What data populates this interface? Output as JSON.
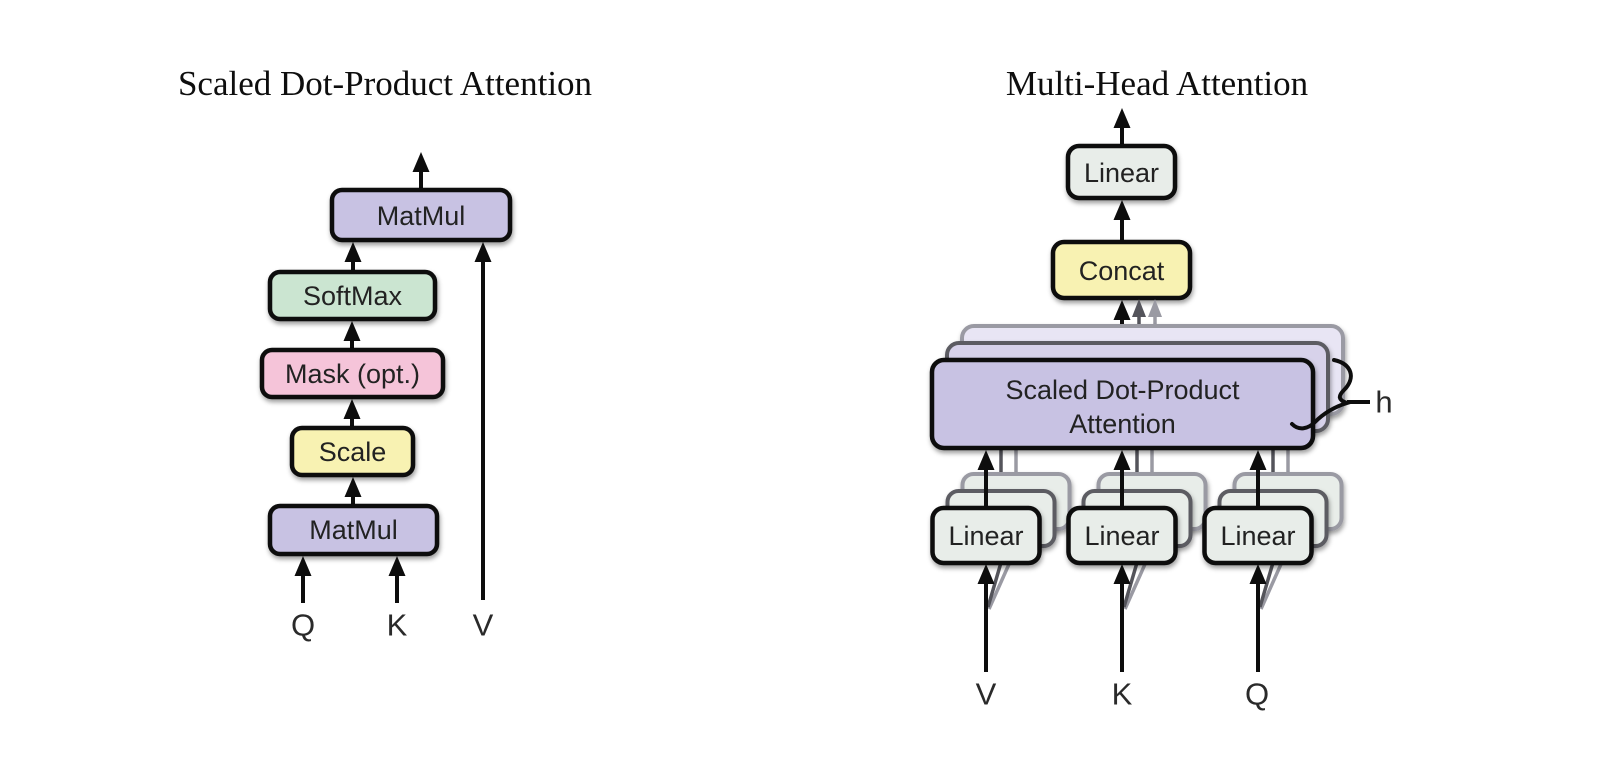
{
  "figure": {
    "left": {
      "title": "Scaled Dot-Product Attention",
      "boxes": {
        "matmul_top": "MatMul",
        "softmax": "SoftMax",
        "mask": "Mask (opt.)",
        "scale": "Scale",
        "matmul_bottom": "MatMul"
      },
      "inputs": {
        "q": "Q",
        "k": "K",
        "v": "V"
      }
    },
    "right": {
      "title": "Multi-Head Attention",
      "boxes": {
        "linear_top": "Linear",
        "concat": "Concat",
        "sdpa_line1": "Scaled Dot-Product",
        "sdpa_line2": "Attention",
        "linear_v": "Linear",
        "linear_k": "Linear",
        "linear_q": "Linear"
      },
      "heads_label": "h",
      "inputs": {
        "v": "V",
        "k": "K",
        "q": "Q"
      }
    }
  },
  "colors": {
    "background": "#ffffff",
    "purple": "#c8c2e3",
    "purple_mid": "#d7d2ea",
    "purple_back": "#e8e5f4",
    "green": "#cbe5d1",
    "pink": "#f5c4d9",
    "yellow": "#f8f2b2",
    "gray_box": "#e8ede9"
  }
}
